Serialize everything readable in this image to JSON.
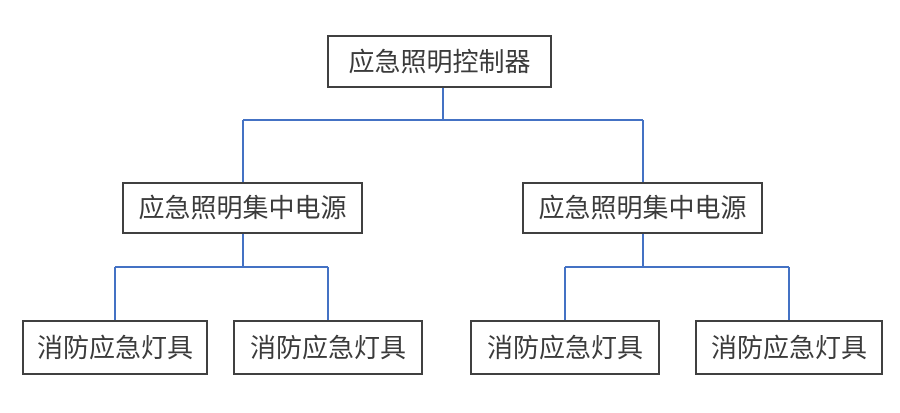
{
  "diagram": {
    "nodes": {
      "controller": {
        "label": "应急照明控制器"
      },
      "power_left": {
        "label": "应急照明集中电源"
      },
      "power_right": {
        "label": "应急照明集中电源"
      },
      "lamp_1": {
        "label": "消防应急灯具"
      },
      "lamp_2": {
        "label": "消防应急灯具"
      },
      "lamp_3": {
        "label": "消防应急灯具"
      },
      "lamp_4": {
        "label": "消防应急灯具"
      }
    },
    "colors": {
      "connector": "#4472C4",
      "box_border": "#404040",
      "text": "#3b3b3b",
      "background": "#ffffff"
    }
  }
}
